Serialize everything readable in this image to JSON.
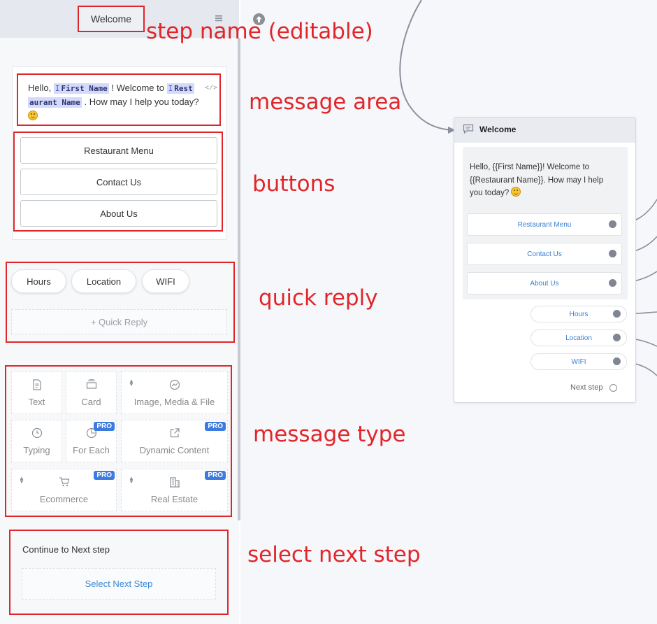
{
  "editor": {
    "step_name": "Welcome",
    "message": {
      "greeting": "Hello,",
      "var_first_name": "First Name",
      "mid_text": "! Welcome to",
      "var_restaurant_part1": "Rest",
      "var_restaurant_part2": "aurant Name",
      "tail_text": ". How may I help you today?",
      "emoji": "smiling-face",
      "code_toggle": "</>"
    },
    "buttons": [
      {
        "label": "Restaurant Menu"
      },
      {
        "label": "Contact Us"
      },
      {
        "label": "About Us"
      }
    ],
    "quick_replies": [
      {
        "label": "Hours"
      },
      {
        "label": "Location"
      },
      {
        "label": "WIFI"
      }
    ],
    "add_quick_reply_label": "+ Quick Reply",
    "message_types": [
      {
        "label": "Text",
        "icon": "document-icon",
        "pro": false
      },
      {
        "label": "Card",
        "icon": "card-icon",
        "pro": false
      },
      {
        "label": "Image, Media & File",
        "icon": "image-icon",
        "pro": false
      },
      {
        "label": "Typing",
        "icon": "clock-icon",
        "pro": false
      },
      {
        "label": "For Each",
        "icon": "pie-icon",
        "pro": true
      },
      {
        "label": "Dynamic Content",
        "icon": "external-link-icon",
        "pro": true
      },
      {
        "label": "Ecommerce",
        "icon": "cart-icon",
        "pro": true
      },
      {
        "label": "Real Estate",
        "icon": "building-icon",
        "pro": true
      }
    ],
    "pro_badge": "PRO",
    "next_step_label": "Continue to Next step",
    "select_next_step_label": "Select Next Step"
  },
  "annotations": {
    "step_name": "step name (editable)",
    "message_area": "message area",
    "buttons": "buttons",
    "quick_reply": "quick reply",
    "message_type": "message type",
    "select_next_step": "select next step"
  },
  "node": {
    "title": "Welcome",
    "message_line1": "Hello, {{First Name}}! Welcome to",
    "message_line2": "{{Restaurant Name}}. How may I help",
    "message_line3": "you today?",
    "emoji": "smiling-face",
    "buttons": [
      "Restaurant Menu",
      "Contact Us",
      "About Us"
    ],
    "quick_replies": [
      "Hours",
      "Location",
      "WIFI"
    ],
    "next_step_label": "Next step"
  },
  "colors": {
    "annotation": "#e0262a",
    "link_blue": "#3b7fd0",
    "pro_badge": "#3d7be0",
    "connector": "#7f8592"
  }
}
